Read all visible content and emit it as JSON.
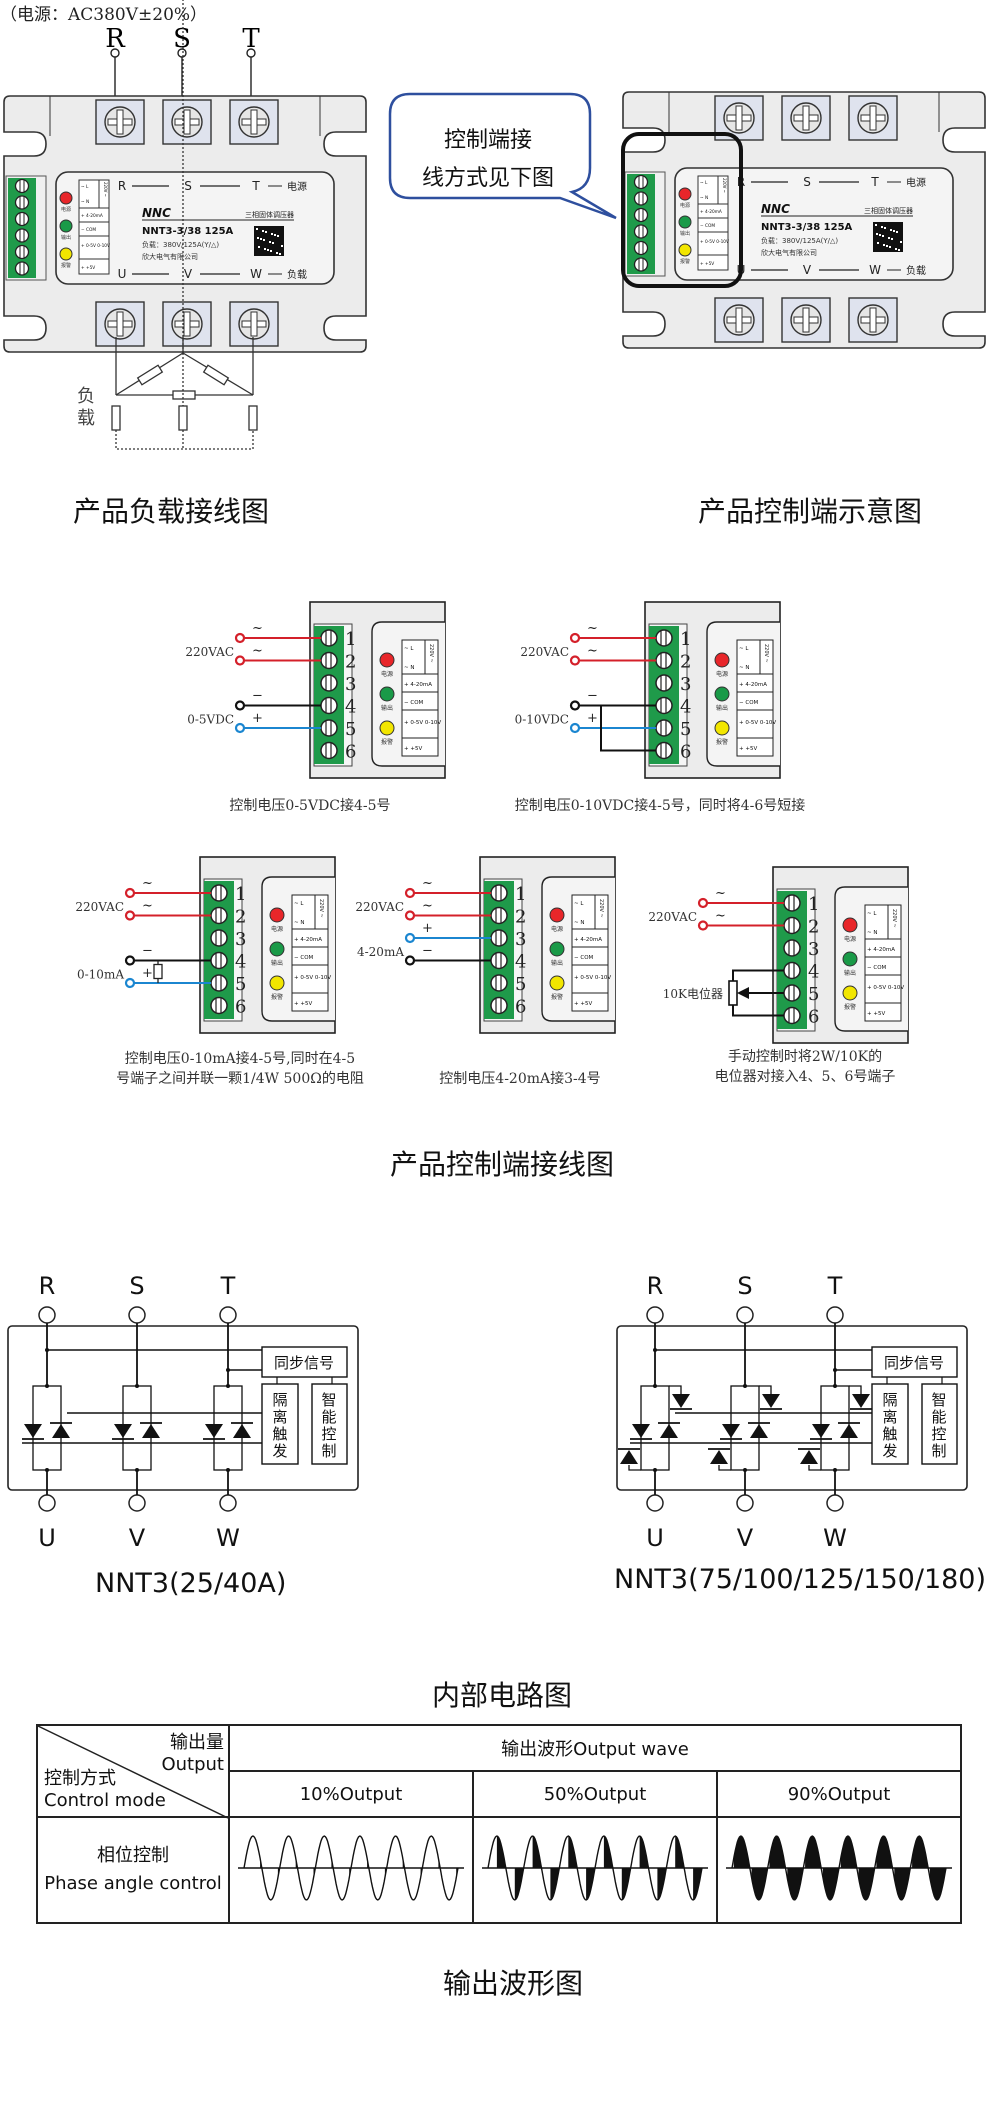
{
  "power_note": "（电源：AC380V±20%）",
  "phases_in": [
    "R",
    "S",
    "T"
  ],
  "phases_out": [
    "U",
    "V",
    "W"
  ],
  "module": {
    "brand": "NNC",
    "product_type": "三相固体调压器",
    "model": "NNT3-3/38 125A",
    "load_spec": "负载：380V/125A(Y/△)",
    "company": "欣大电气有限公司",
    "power_label": "电源",
    "load_label": "负载",
    "leds": [
      {
        "label": "电源",
        "color": "#e8262a"
      },
      {
        "label": "输出",
        "color": "#1a9a48"
      },
      {
        "label": "报警",
        "color": "#f2e600"
      }
    ],
    "terminal_labels": [
      "~ L",
      "~ N",
      "220V ~",
      "+ 4-20mA",
      "− COM",
      "+ 0-5V 0-10V",
      "+ +5V"
    ],
    "terminal_green": "#1f9a4a"
  },
  "load_label_vertical": [
    "负",
    "载"
  ],
  "callout": {
    "line1": "控制端接",
    "line2": "线方式见下图",
    "border_color": "#2e4f9e"
  },
  "section_titles": {
    "load_wiring": "产品负载接线图",
    "control_overview": "产品控制端示意图",
    "control_wiring": "产品控制端接线图",
    "internal_circuit": "内部电路图",
    "output_wave": "输出波形图"
  },
  "wiring_diagrams": [
    {
      "id": "0-5vdc",
      "supply": "220VAC",
      "signal": "0-5VDC",
      "caption_lines": [
        "控制电压0-5VDC接4-5号"
      ]
    },
    {
      "id": "0-10vdc",
      "supply": "220VAC",
      "signal": "0-10VDC",
      "caption_lines": [
        "控制电压0-10VDC接4-5号，同时将4-6号短接"
      ]
    },
    {
      "id": "0-10ma",
      "supply": "220VAC",
      "signal": "0-10mA",
      "caption_lines": [
        "控制电压0-10mA接4-5号,同时在4-5",
        "号端子之间并联一颗1/4W 500Ω的电阻"
      ]
    },
    {
      "id": "4-20ma",
      "supply": "220VAC",
      "signal": "4-20mA",
      "caption_lines": [
        "控制电压4-20mA接3-4号"
      ]
    },
    {
      "id": "pot",
      "supply": "220VAC",
      "signal": "10K电位器",
      "caption_lines": [
        "手动控制时将2W/10K的",
        "电位器对接入4、5、6号端子"
      ]
    }
  ],
  "terminal_numbers": [
    "1",
    "2",
    "3",
    "4",
    "5",
    "6"
  ],
  "wire_colors": {
    "ac": "#d4202a",
    "neg": "#111111",
    "pos": "#1b86d0"
  },
  "circuits": [
    {
      "model": "NNT3(25/40A)",
      "sync_label": "同步信号",
      "trigger_label": "隔离触发",
      "control_label": "智能控制"
    },
    {
      "model": "NNT3(75/100/125/150/180)",
      "sync_label": "同步信号",
      "trigger_label": "隔离触发",
      "control_label": "智能控制"
    }
  ],
  "wave_table": {
    "corner_top_cn": "输出量",
    "corner_top_en": "Output",
    "corner_bottom_cn": "控制方式",
    "corner_bottom_en": "Control mode",
    "header": "输出波形Output wave",
    "columns": [
      "10%Output",
      "50%Output",
      "90%Output"
    ],
    "row_label_cn": "相位控制",
    "row_label_en": "Phase angle control",
    "output_fractions": [
      0.1,
      0.5,
      0.9
    ]
  }
}
